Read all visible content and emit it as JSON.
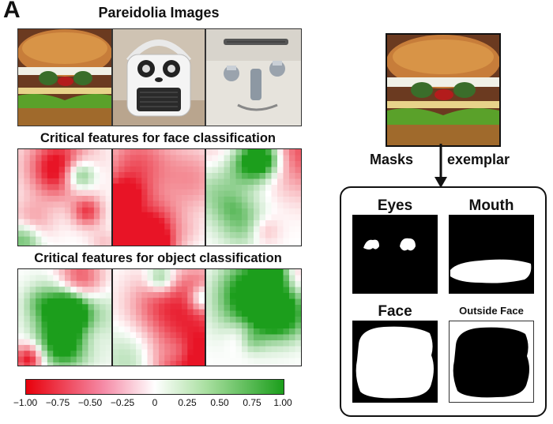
{
  "panel_letter": "A",
  "titles": {
    "pareidolia": "Pareidolia Images",
    "face_features": "Critical features for face classification",
    "object_features": "Critical features for object classification"
  },
  "images": [
    {
      "name": "sandwich-image"
    },
    {
      "name": "heater-image"
    },
    {
      "name": "sink-faucet-image"
    }
  ],
  "masks_label_left": "Masks",
  "masks_label_right": "exemplar",
  "mask_titles": {
    "eyes": "Eyes",
    "mouth": "Mouth",
    "face": "Face",
    "outside_face": "Outside Face"
  },
  "colorbar": {
    "ticks": [
      "−1.00",
      "−0.75",
      "−0.50",
      "−0.25",
      "0",
      "0.25",
      "0.50",
      "0.75",
      "1.00"
    ],
    "colors": {
      "low": "#e8000b",
      "mid": "#ffffff",
      "high": "#1b9e1b"
    }
  }
}
